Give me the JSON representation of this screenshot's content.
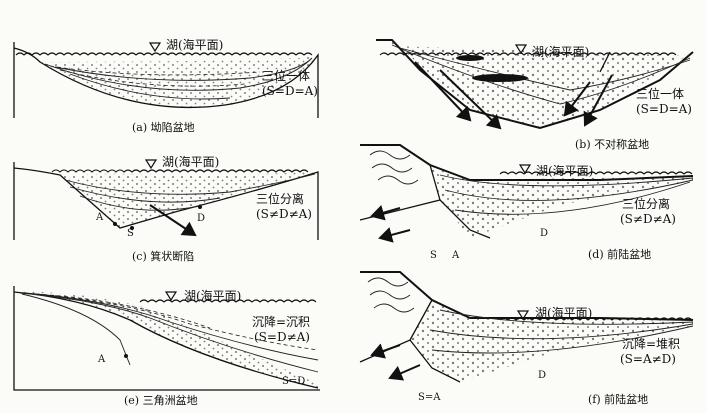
{
  "panels": [
    {
      "id": "a",
      "lake": "湖(海平面)",
      "relation": "三位一体",
      "formula": "(S=D=A)",
      "caption": "(a) 坳陷盆地",
      "points": []
    },
    {
      "id": "b",
      "lake": "湖(海平面)",
      "relation": "三位一体",
      "formula": "(S=D=A)",
      "caption": "(b) 不对称盆地",
      "points": []
    },
    {
      "id": "c",
      "lake": "湖(海平面)",
      "relation": "三位分离",
      "formula": "(S≠D≠A)",
      "caption": "(c) 箕状断陷",
      "points": [
        "A",
        "S",
        "D"
      ]
    },
    {
      "id": "d",
      "lake": "湖(海平面)",
      "relation": "三位分离",
      "formula": "(S≠D≠A)",
      "caption": "(d) 前陆盆地",
      "points": [
        "S",
        "A",
        "D"
      ]
    },
    {
      "id": "e",
      "lake": "湖(海平面)",
      "relation": "沉降=沉积",
      "formula": "(S=D≠A)",
      "caption": "(e) 三角洲盆地",
      "points": [
        "A",
        "S=D"
      ]
    },
    {
      "id": "f",
      "lake": "湖(海平面)",
      "relation": "沉降=堆积",
      "formula": "(S=A≠D)",
      "caption": "(f) 前陆盆地",
      "points": [
        "S=A",
        "D"
      ]
    }
  ],
  "colors": {
    "ink": "#111111",
    "paper": "#fbfbf8"
  }
}
